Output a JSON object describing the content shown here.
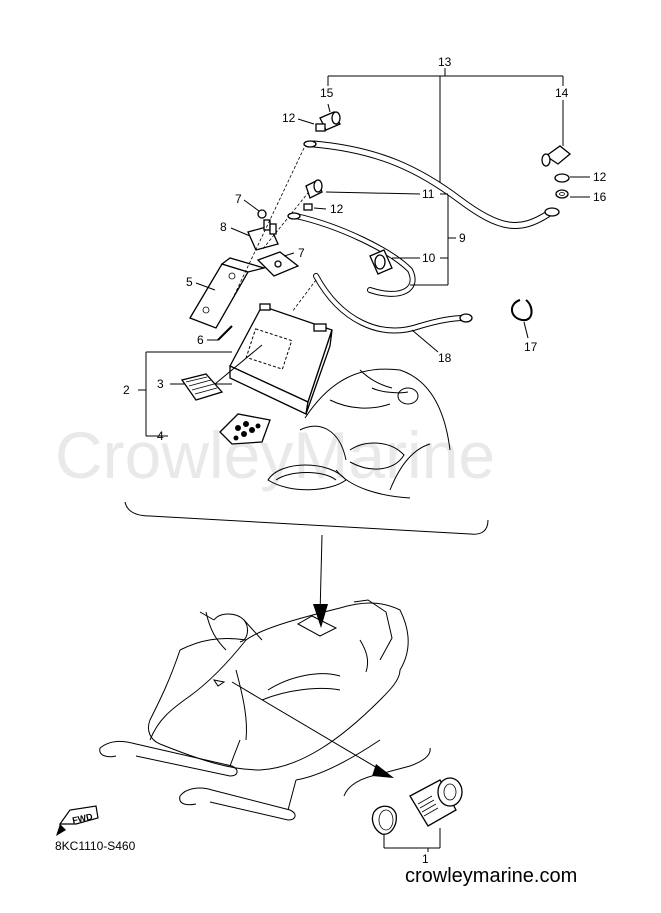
{
  "diagram": {
    "watermark": "CrowleyMarine",
    "drawing_code": "8KC1110-S460",
    "website": "crowleymarine.com",
    "fwd_badge": "FWD",
    "callouts": {
      "c1": "1",
      "c2": "2",
      "c3": "3",
      "c4": "4",
      "c5": "5",
      "c6": "6",
      "c7a": "7",
      "c7b": "7",
      "c8": "8",
      "c9": "9",
      "c10": "10",
      "c11": "11",
      "c12a": "12",
      "c12b": "12",
      "c12c": "12",
      "c13": "13",
      "c14": "14",
      "c15": "15",
      "c16": "16",
      "c17": "17",
      "c18": "18"
    }
  }
}
